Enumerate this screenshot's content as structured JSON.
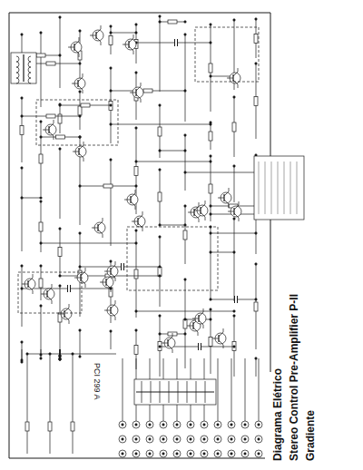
{
  "diagram": {
    "title": "Diagrama Elétrico",
    "labels": [
      "Stereo Control Pre-Amplifier P-II",
      "Gradiente",
      "PCI 299 A"
    ]
  }
}
